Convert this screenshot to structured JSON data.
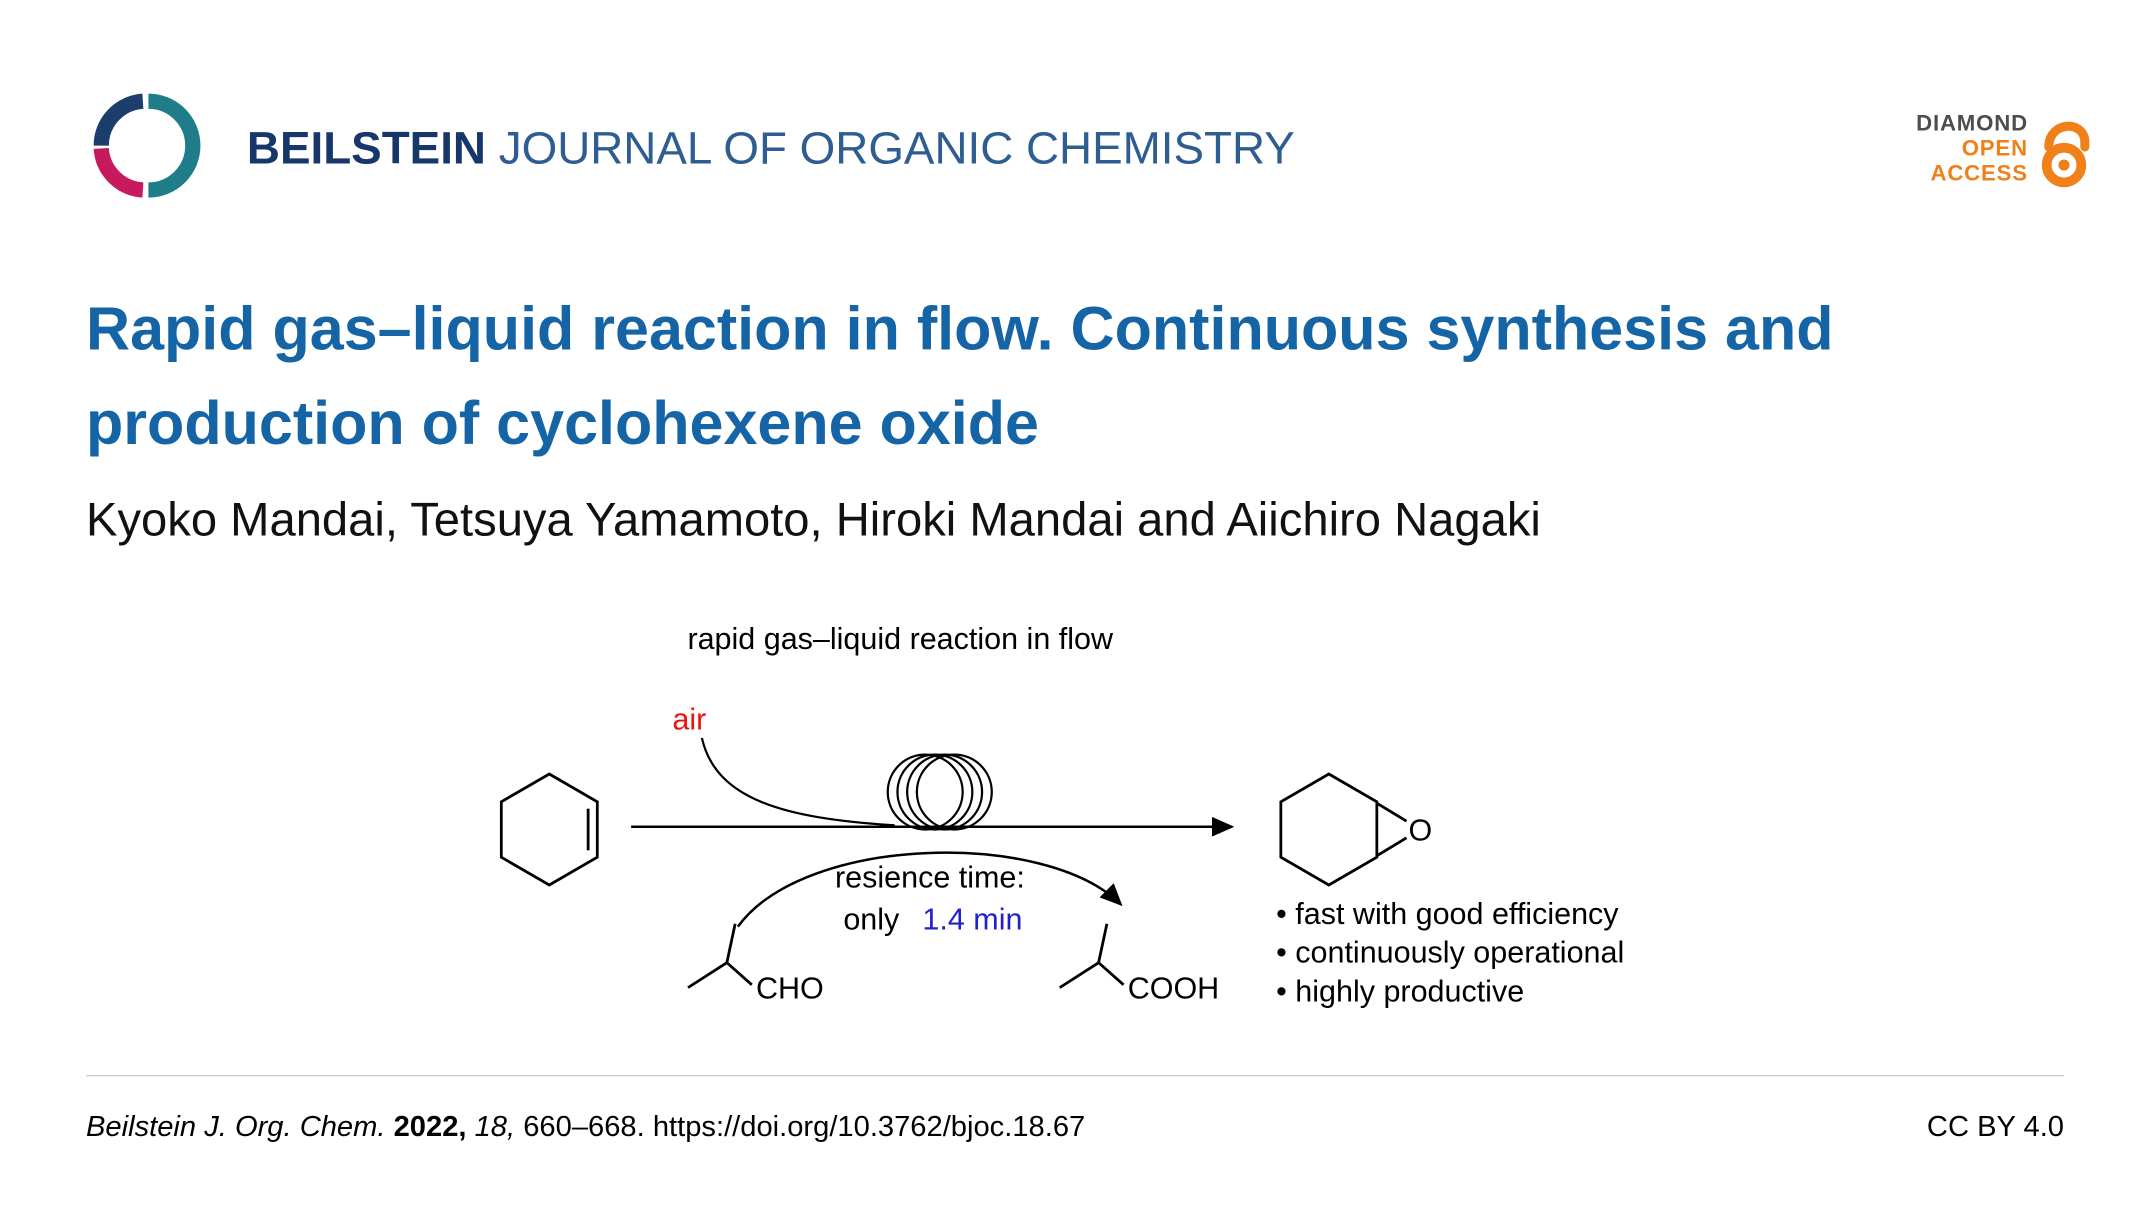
{
  "header": {
    "journal_bold": "BEILSTEIN",
    "journal_rest": "JOURNAL OF ORGANIC CHEMISTRY",
    "open_access": {
      "diamond": "DIAMOND",
      "open": "OPEN",
      "access": "ACCESS"
    }
  },
  "article": {
    "title_line1": "Rapid gas–liquid reaction in flow. Continuous synthesis and",
    "title_line2": "production of cyclohexene oxide",
    "authors": "Kyoko Mandai, Tetsuya Yamamoto, Hiroki Mandai and Aiichiro Nagaki"
  },
  "scheme": {
    "caption": "rapid gas–liquid reaction in flow",
    "gas_label": "air",
    "residence_label": "resience time:",
    "residence_prefix": "only",
    "residence_time": "1.4 min",
    "aldehyde_label": "CHO",
    "acid_label": "COOH",
    "oxygen_label": "O",
    "bullets": [
      "• fast with good efficiency",
      "• continuously operational",
      "• highly productive"
    ]
  },
  "footer": {
    "journal_italic": "Beilstein J. Org. Chem.",
    "year_bold": "2022,",
    "volume_italic": "18,",
    "pages": "660–668.",
    "doi": "https://doi.org/10.3762/bjoc.18.67",
    "license": "CC BY 4.0"
  },
  "colors": {
    "title_blue": "#1564a5",
    "journal_navy": "#17376a",
    "journal_blue": "#2e5e91",
    "open_access_orange": "#f08019",
    "air_red": "#e8150d",
    "time_blue": "#2121cd"
  }
}
